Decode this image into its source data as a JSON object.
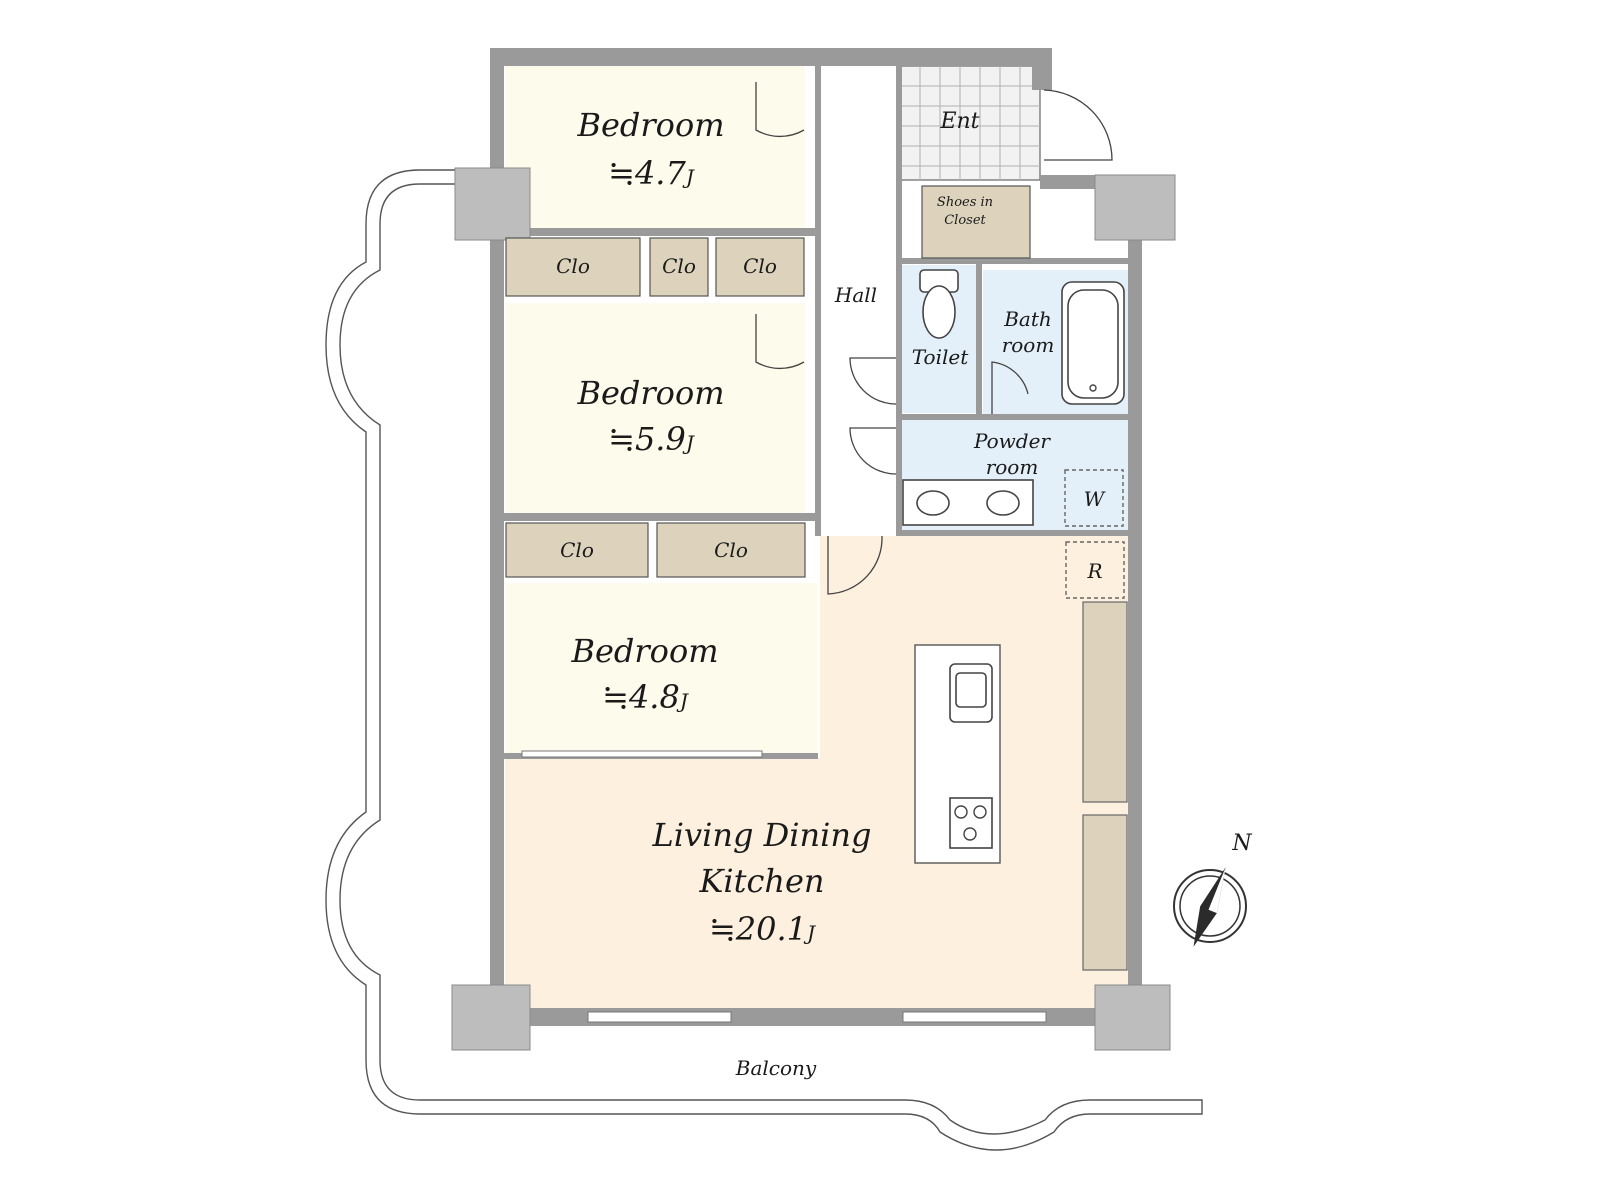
{
  "rooms": {
    "bedroom1": {
      "name": "Bedroom",
      "size": "≒4.7",
      "unit": "J"
    },
    "bedroom2": {
      "name": "Bedroom",
      "size": "≒5.9",
      "unit": "J"
    },
    "bedroom3": {
      "name": "Bedroom",
      "size": "≒4.8",
      "unit": "J"
    },
    "ldk": {
      "line1": "Living Dining",
      "line2": "Kitchen",
      "size": "≒20.1",
      "unit": "J"
    },
    "entrance": "Ent",
    "shoes_closet": {
      "line1": "Shoes in",
      "line2": "Closet"
    },
    "hall": "Hall",
    "toilet": "Toilet",
    "bath": {
      "line1": "Bath",
      "line2": "room"
    },
    "powder": {
      "line1": "Powder",
      "line2": "room"
    },
    "washer": "W",
    "refrigerator": "R",
    "closets": [
      "Clo",
      "Clo",
      "Clo",
      "Clo",
      "Clo"
    ],
    "balcony": "Balcony"
  },
  "compass": {
    "label": "N"
  },
  "colors": {
    "bedroom_fill": "#fdfbec",
    "ldk_fill": "#fdf0df",
    "wet_fill": "#e3f0f9",
    "closet_fill": "#ddd3bc",
    "wall": "#9a9a9a",
    "column": "#bdbdbd",
    "entrance_fill": "#f2f2f2"
  },
  "icons": [
    "door-swing-icon",
    "toilet-icon",
    "bathtub-icon",
    "sink-icon",
    "kitchen-sink-icon",
    "stove-icon",
    "compass-icon"
  ]
}
